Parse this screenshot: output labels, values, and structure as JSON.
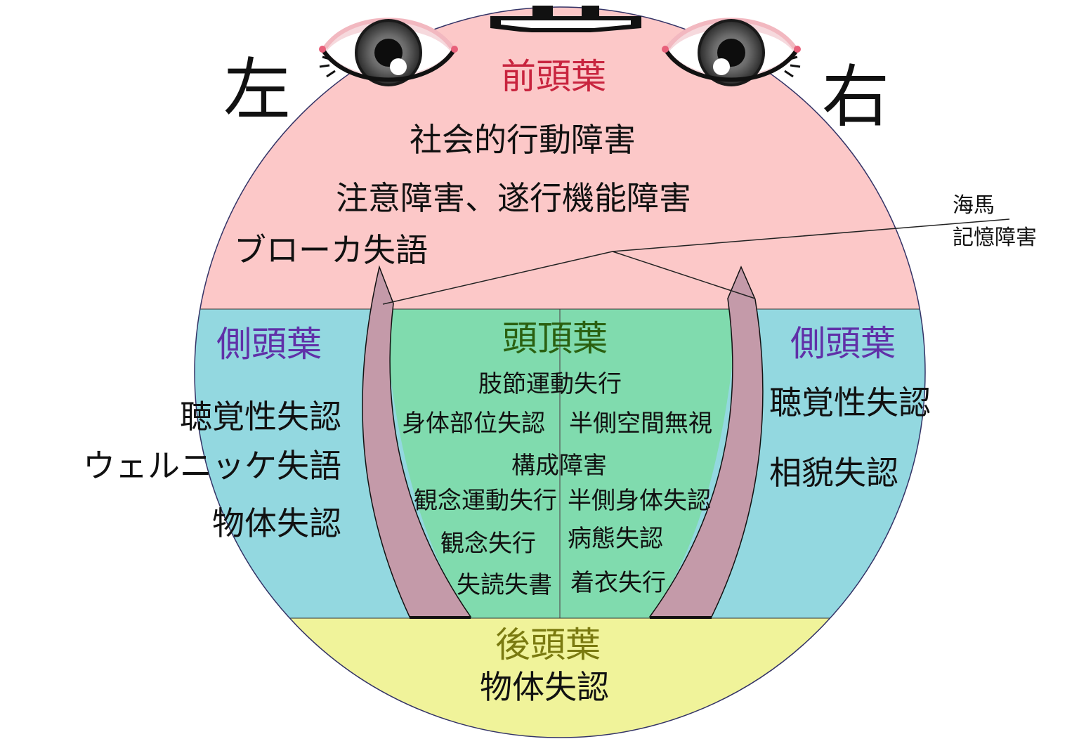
{
  "sides": {
    "left": "左",
    "right": "右"
  },
  "colors": {
    "frontal": "#fcc8c8",
    "temporal": "#93d8e0",
    "parietal": "#80dbae",
    "occipital": "#f0f39a",
    "hippocampus": "#c49aa9",
    "frontal_title": "#c8243e",
    "temporal_title": "#6030a8",
    "parietal_title": "#2a6010",
    "occipital_title": "#7a7a10"
  },
  "icons": [
    "eye-icon",
    "nose-icon"
  ],
  "frontal": {
    "title": "前頭葉",
    "items": [
      "社会的行動障害",
      "注意障害、遂行機能障害",
      "ブローカ失語"
    ]
  },
  "hippocampus": {
    "name": "海馬",
    "symptom": "記憶障害"
  },
  "temporal_left": {
    "title": "側頭葉",
    "items": [
      "聴覚性失認",
      "ウェルニッケ失語",
      "物体失認"
    ]
  },
  "temporal_right": {
    "title": "側頭葉",
    "items": [
      "聴覚性失認",
      "相貌失認"
    ]
  },
  "parietal": {
    "title": "頭頂葉",
    "center": [
      "肢節運動失行",
      "構成障害"
    ],
    "left": [
      "身体部位失認",
      "観念運動失行",
      "観念失行",
      "失読失書"
    ],
    "right": [
      "半側空間無視",
      "半側身体失認",
      "病態失認",
      "着衣失行"
    ]
  },
  "occipital": {
    "title": "後頭葉",
    "items": [
      "物体失認"
    ]
  }
}
